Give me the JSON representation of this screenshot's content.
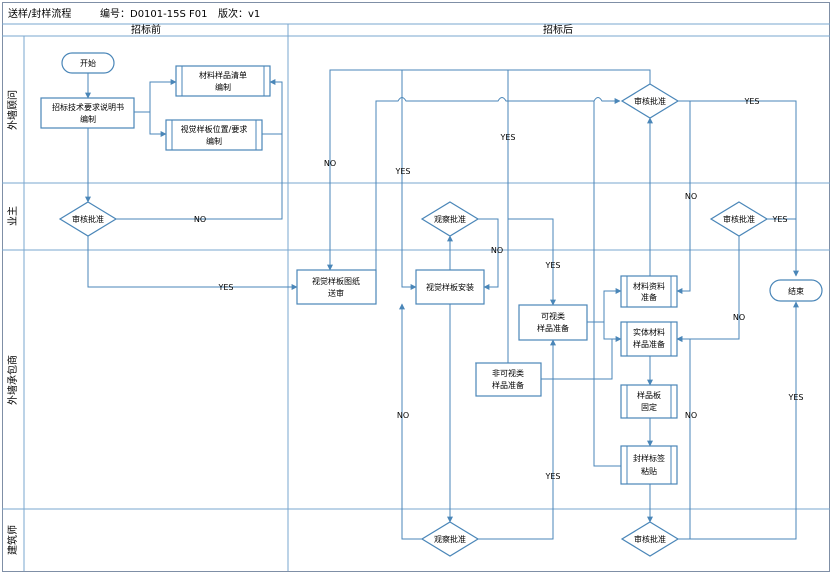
{
  "header": {
    "title": "送样/封样流程",
    "code": "编号：D0101-15S F01",
    "version": "版次：v1"
  },
  "columns": [
    "招标前",
    "招标后"
  ],
  "lanes": [
    "外墙顾问",
    "业主",
    "外墙承包商",
    "建筑师"
  ],
  "nodes": {
    "start": "开始",
    "tech_req": [
      "招标技术要求说明书",
      "编制"
    ],
    "material_list": [
      "材料样品清单",
      "编制"
    ],
    "visual_pos": [
      "视觉样板位置/要求",
      "编制"
    ],
    "owner_approve": "审核批准",
    "consultant_approve": "审核批准",
    "visual_drawing": [
      "视觉样板图纸",
      "送审"
    ],
    "visual_install": "视觉样板安装",
    "observe_owner": "观察批准",
    "visible_sample": [
      "可视类",
      "样品准备"
    ],
    "invisible_sample": [
      "非可视类",
      "样品准备"
    ],
    "material_data": [
      "材料资料",
      "准备"
    ],
    "physical_sample": [
      "实体材料",
      "样品准备"
    ],
    "sample_fix": [
      "样品板",
      "固定"
    ],
    "seal_label": [
      "封样标签",
      "粘贴"
    ],
    "owner_approve2": "审核批准",
    "end": "结束",
    "observe_arch": "观察批准",
    "arch_approve": "审核批准"
  },
  "edge_labels": {
    "no": "NO",
    "yes": "YES"
  }
}
